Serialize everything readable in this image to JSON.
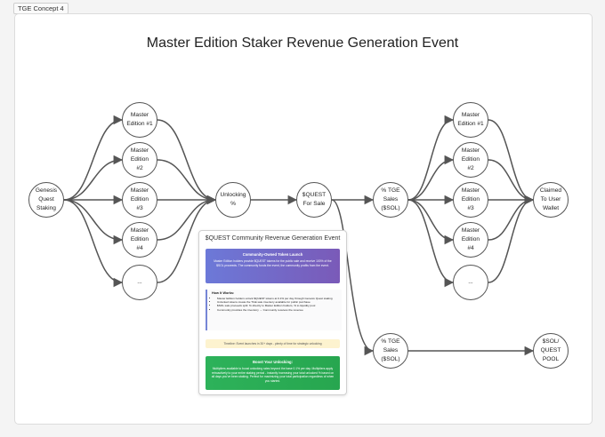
{
  "tab_label": "TGE Concept 4",
  "title": "Master Edition Staker Revenue Generation Event",
  "colors": {
    "stroke": "#555555",
    "gradient_top": "#6c79d8",
    "gradient_top_end": "#7a5ab8",
    "gradient_bottom": "#2db25a",
    "timeline_bg": "#fdf3cf"
  },
  "nodes": {
    "genesis": "Genesis\nQuest\nStaking",
    "me1": "Master\nEdition #1",
    "me2": "Master\nEdition\n#2",
    "me3": "Master\nEdition\n#3",
    "me4": "Master\nEdition\n#4",
    "more_left": "...",
    "unlocking": "Unlocking\n%",
    "quest_sale": "$QUEST\nFor Sale",
    "tge_sales_1": "% TGE\nSales\n($SOL)",
    "tge_sales_2": "% TGE\nSales\n($SOL)",
    "r_me1": "Master\nEdition #1",
    "r_me2": "Master\nEdition\n#2",
    "r_me3": "Master\nEdition\n#3",
    "r_me4": "Master\nEdition\n#4",
    "more_right": "...",
    "claimed": "Claimed\nTo User\nWallet",
    "pool": "$SOL/\nQUEST\nPOOL"
  },
  "card": {
    "title": "$QUEST Community Revenue Generation Event",
    "section1_heading": "Community-Owned Token Launch",
    "section1_body": "Master Edition holders provide $QUEST tokens for the public sale and receive 100% of the $SOL proceeds. The community funds the event, the community profits from the event.",
    "how_heading": "How It Works:",
    "how_items": [
      "Master Edition holders unlock $QUEST tokens at 0.1% per day through Genesis Quest staking",
      "Unlocked tokens create the TGE sale inventory available for public purchase",
      "$SOL sale proceeds split: % directly to Master Edition holders, % to liquidity pool",
      "Community provides the inventory → Community receives the revenue"
    ],
    "timeline": "Timeline: Event launches in 30+ days - plenty of time for strategic unlocking",
    "section2_heading": "Boost Your Unlocking:",
    "section2_body": "Multipliers available to boost unlocking rates beyond the base 0.1% per day. Multipliers apply retroactively to your entire staking period - instantly increasing your total unlocked % based on all days you've been staking. Perfect for maximizing your total participation regardless of when you started."
  }
}
